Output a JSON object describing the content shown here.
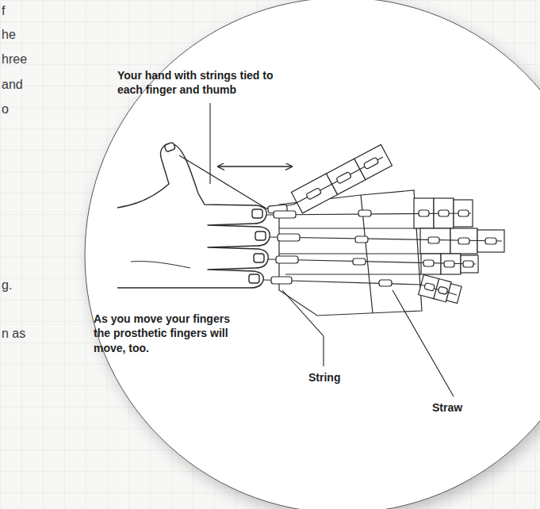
{
  "diagram": {
    "labels": [
      "f",
      "he",
      "hree",
      "and",
      "o",
      "Your hand with strings tied to each finger and thumb",
      "g.",
      "As you move your fingers the prosthetic fingers will move, too.",
      "n as",
      "String",
      "Straw"
    ]
  }
}
